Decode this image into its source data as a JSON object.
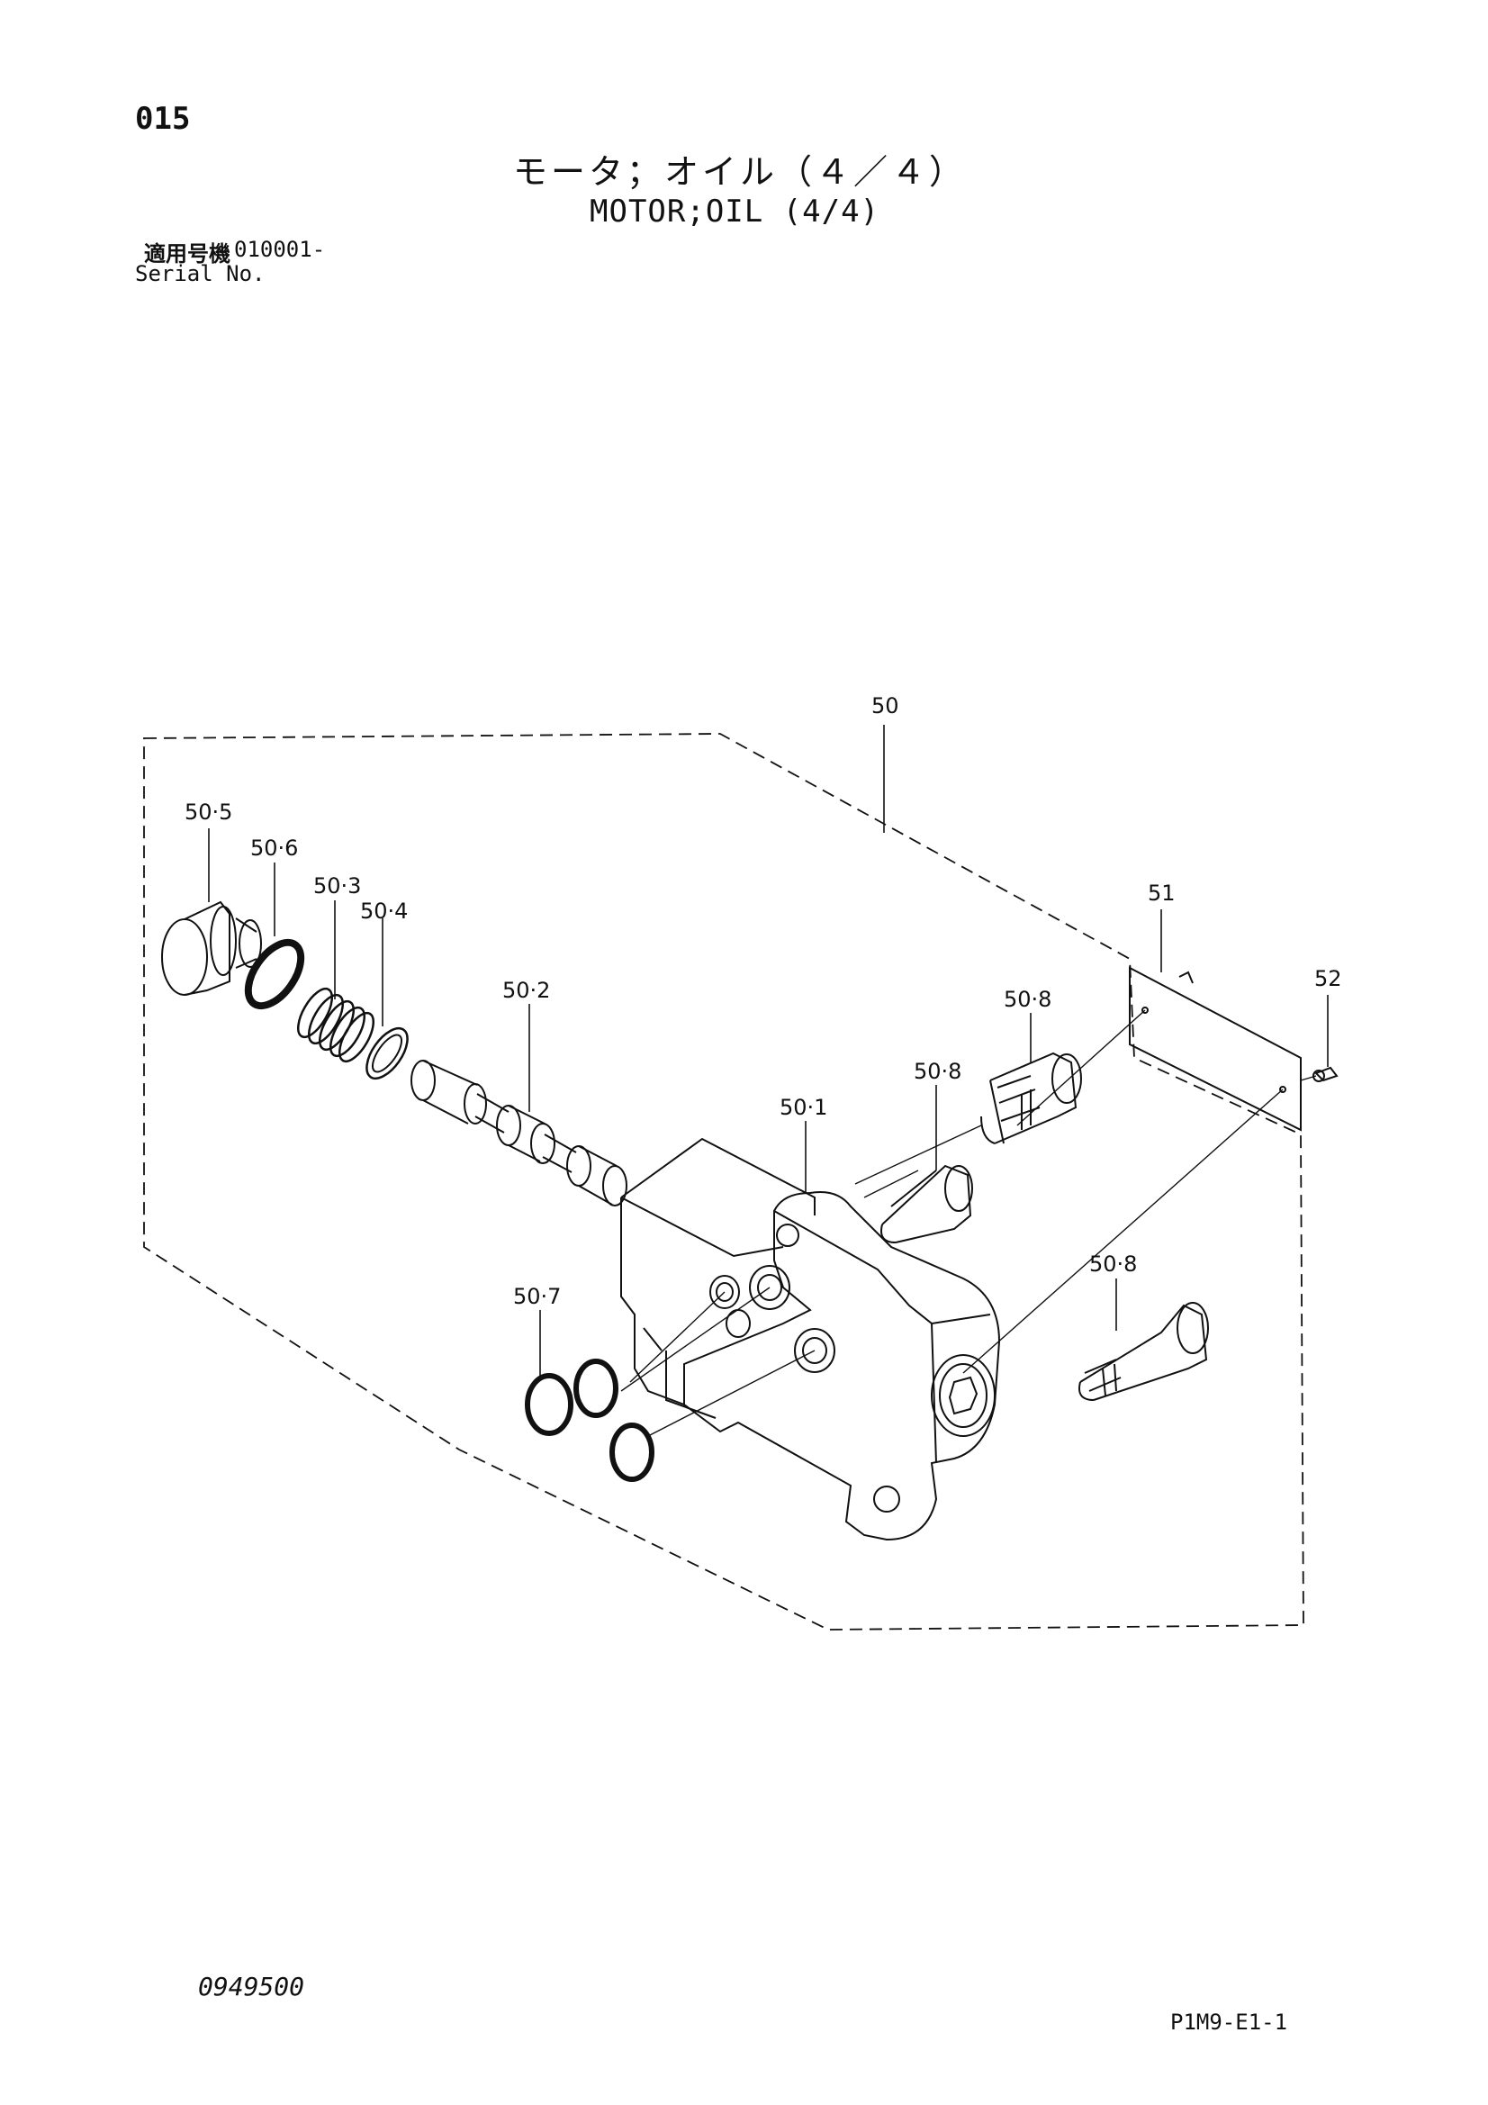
{
  "header": {
    "page_number": "015",
    "title_jp": "モータ；オイル（４／４）",
    "title_en": "MOTOR;OIL (4/4)",
    "serial_label_jp": "適用号機",
    "serial_value": "010001-",
    "serial_label_en": "Serial No."
  },
  "callouts": {
    "c50": "50",
    "c50_5": "50·5",
    "c50_6": "50·6",
    "c50_3": "50·3",
    "c50_4": "50·4",
    "c50_2": "50·2",
    "c50_1": "50·1",
    "c50_7": "50·7",
    "c50_8a": "50·8",
    "c50_8b": "50·8",
    "c50_8c": "50·8",
    "c51": "51",
    "c52": "52"
  },
  "footer": {
    "document_number": "0949500",
    "page_code": "P1M9-E1-1"
  }
}
